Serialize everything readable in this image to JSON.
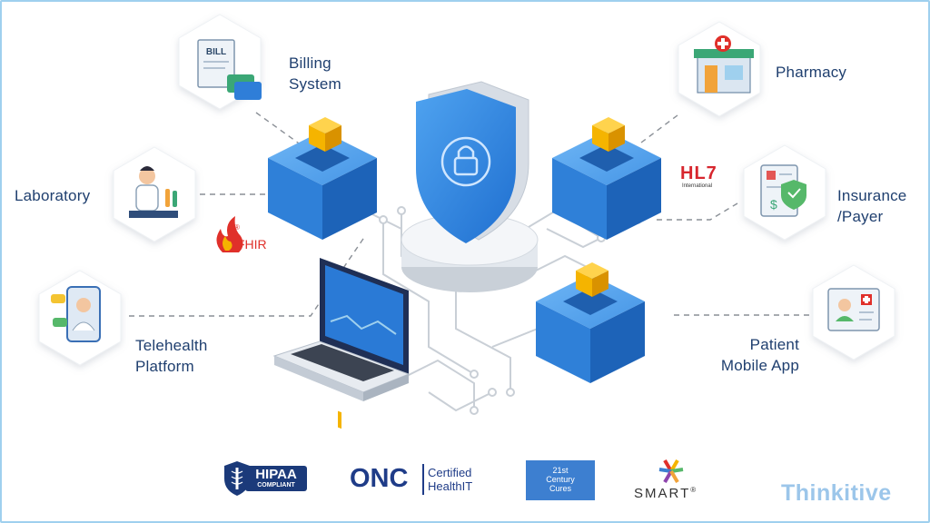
{
  "nodes": {
    "billing": [
      "Billing",
      "System"
    ],
    "laboratory": [
      "Laboratory"
    ],
    "telehealth": [
      "Telehealth",
      "Platform"
    ],
    "pharmacy": [
      "Pharmacy"
    ],
    "insurance": [
      "Insurance",
      "/Payer"
    ],
    "patient_app": [
      "Patient",
      "Mobile App"
    ]
  },
  "badges": {
    "bill": "BILL",
    "fhir": "FHIR",
    "fhir_mark": "®",
    "hl7": "HL7",
    "hl7_sub": "International"
  },
  "footer": {
    "hipaa_line1": "HIPAA",
    "hipaa_line2": "COMPLIANT",
    "onc": "ONC",
    "onc_line1": "Certified",
    "onc_line2": "HealthIT",
    "cures_line1": "21st",
    "cures_line2": "Century",
    "cures_line3": "Cures",
    "smart": "SMART",
    "smart_mark": "®",
    "brand": "Thinkitive"
  },
  "colors": {
    "label_text": "#1f3f6f",
    "cube_blue": "#2f80d8",
    "gold_cube": "#f5b400",
    "fhir_red": "#e0302a",
    "hl7_red": "#d7262e",
    "hipaa_navy": "#1b3a7a",
    "onc_navy": "#1f3c88",
    "cures_blue": "#3d7fd0",
    "brand_blue": "#9cc6ea",
    "frame_border": "#9fd0ee"
  }
}
